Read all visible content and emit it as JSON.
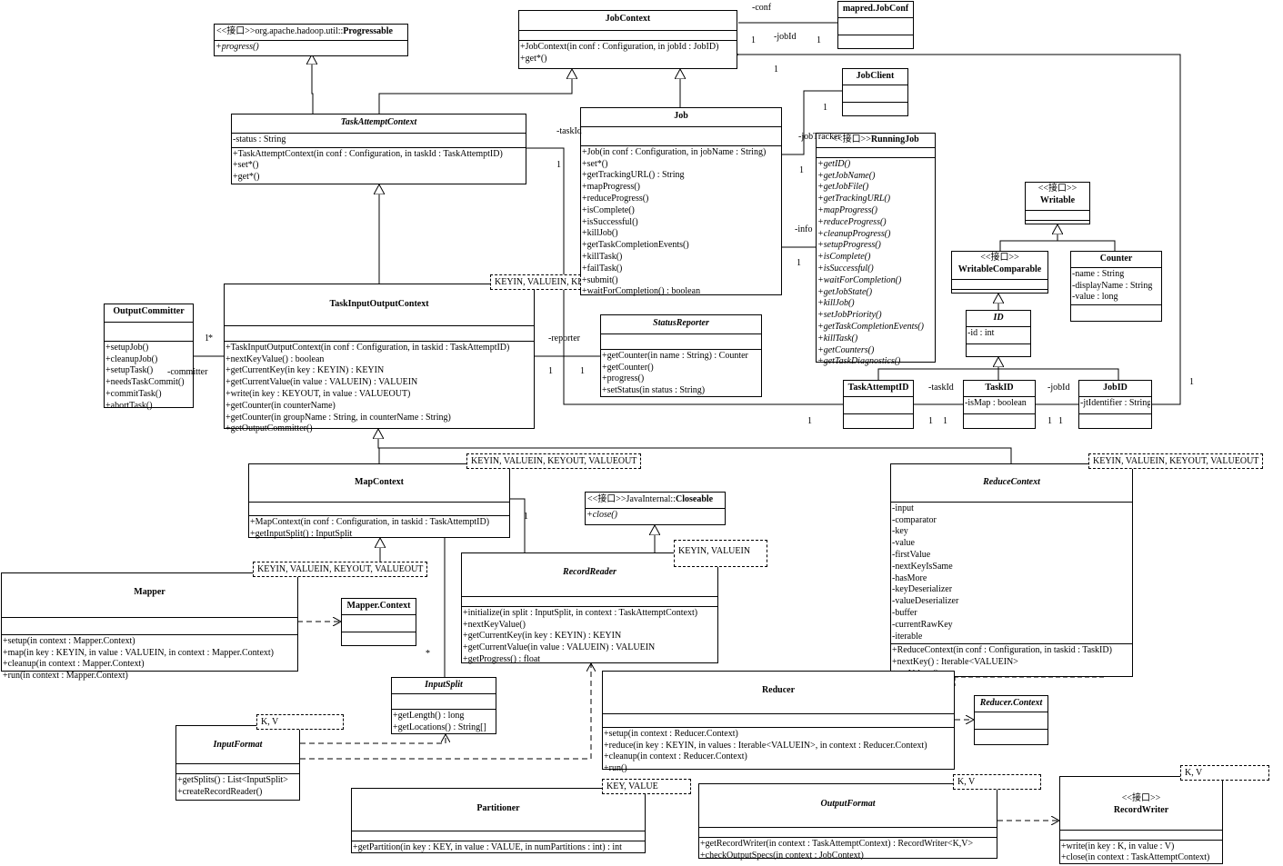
{
  "classes": {
    "progressable": {
      "stereo": "<<接口>>org.apache.hadoop.util::",
      "name": "Progressable",
      "attrs": [],
      "ops": [
        "+progress()"
      ],
      "ops_italic": true
    },
    "job_context": {
      "name": "JobContext",
      "attrs": [],
      "ops": [
        "+JobContext(in conf : Configuration, in jobId : JobID)",
        "+get*()"
      ]
    },
    "mapred_jobconf": {
      "name": "mapred.JobConf",
      "attrs": [],
      "ops": []
    },
    "job_client": {
      "name": "JobClient",
      "attrs": [],
      "ops": []
    },
    "task_attempt_context": {
      "name": "TaskAttemptContext",
      "attrs": [
        "-status : String"
      ],
      "ops": [
        "+TaskAttemptContext(in conf : Configuration, in taskId : TaskAttemptID)",
        "+set*()",
        "+get*()"
      ]
    },
    "job": {
      "name": "Job",
      "attrs": [],
      "ops": [
        "+Job(in conf : Configuration, in jobName : String)",
        "+set*()",
        "+getTrackingURL() : String",
        "+mapProgress()",
        "+reduceProgress()",
        "+isComplete()",
        "+isSuccessful()",
        "+killJob()",
        "+getTaskCompletionEvents()",
        "+killTask()",
        "+failTask()",
        "+submit()",
        "+waitForCompletion() : boolean"
      ]
    },
    "running_job": {
      "stereo": "<<接口>>",
      "name": "RunningJob",
      "attrs": [],
      "ops": [
        "+getID()",
        "+getJobName()",
        "+getJobFile()",
        "+getTrackingURL()",
        "+mapProgress()",
        "+reduceProgress()",
        "+cleanupProgress()",
        "+setupProgress()",
        "+isComplete()",
        "+isSuccessful()",
        "+waitForCompletion()",
        "+getJobState()",
        "+killJob()",
        "+setJobPriority()",
        "+getTaskCompletionEvents()",
        "+killTask()",
        "+getCounters()",
        "+getTaskDiagnostics()"
      ],
      "ops_italic": true
    },
    "writable": {
      "stereo": "<<接口>>",
      "name": "Writable",
      "attrs": [],
      "ops": []
    },
    "writable_comparable": {
      "stereo": "<<接口>>",
      "name": "WritableComparable",
      "attrs": [],
      "ops": []
    },
    "counter": {
      "name": "Counter",
      "attrs": [
        "-name : String",
        "-displayName : String",
        "-value : long"
      ],
      "ops": []
    },
    "id": {
      "name": "ID",
      "attrs": [
        "-id : int"
      ],
      "ops": []
    },
    "output_committer": {
      "name": "OutputCommitter",
      "attrs": [],
      "ops": [
        "+setupJob()",
        "+cleanupJob()",
        "+setupTask()",
        "+needsTaskCommit()",
        "+commitTask()",
        "+abortTask()"
      ]
    },
    "task_input_output_context": {
      "name": "TaskInputOutputContext",
      "attrs": [],
      "ops": [
        "+TaskInputOutputContext(in conf : Configuration, in taskid : TaskAttemptID)",
        "+nextKeyValue() : boolean",
        "+getCurrentKey(in key : KEYIN) : KEYIN",
        "+getCurrentValue(in value : VALUEIN) : VALUEIN",
        "+write(in key : KEYOUT, in value : VALUEOUT)",
        "+getCounter(in counterName)",
        "+getCounter(in groupName : String, in counterName : String)",
        "+getOutputCommitter()"
      ]
    },
    "status_reporter": {
      "name": "StatusReporter",
      "attrs": [],
      "ops": [
        "+getCounter(in name : String) : Counter",
        "+getCounter()",
        "+progress()",
        "+setStatus(in status : String)"
      ]
    },
    "task_attempt_id": {
      "name": "TaskAttemptID",
      "attrs": [],
      "ops": []
    },
    "task_id": {
      "name": "TaskID",
      "attrs": [
        "-isMap : boolean"
      ],
      "ops": []
    },
    "job_id": {
      "name": "JobID",
      "attrs": [
        "-jtIdentifier : String"
      ],
      "ops": []
    },
    "map_context": {
      "name": "MapContext",
      "attrs": [],
      "ops": [
        "+MapContext(in conf : Configuration, in taskid : TaskAttemptID)",
        "+getInputSplit() : InputSplit"
      ]
    },
    "closeable": {
      "stereo": "<<接口>>JavaInternal::",
      "name": "Closeable",
      "attrs": [],
      "ops": [
        "+close()"
      ],
      "ops_italic": true
    },
    "reduce_context": {
      "name": "ReduceContext",
      "attrs": [
        "-input",
        "-comparator",
        "-key",
        "-value",
        "-firstValue",
        "-nextKeyIsSame",
        "-hasMore",
        "-keyDeserializer",
        "-valueDeserializer",
        "-buffer",
        "-currentRawKey",
        "-iterable"
      ],
      "ops": [
        "+ReduceContext(in conf : Configuration, in taskid : TaskID)",
        "+nextKey() : Iterable<VALUEIN>",
        "+getValues()"
      ]
    },
    "mapper": {
      "name": "Mapper",
      "attrs": [],
      "ops": [
        "+setup(in context : Mapper.Context)",
        "+map(in key : KEYIN, in value : VALUEIN, in context : Mapper.Context)",
        "+cleanup(in context : Mapper.Context)",
        "+run(in context : Mapper.Context)"
      ]
    },
    "mapper_context": {
      "name": "Mapper.Context",
      "attrs": [],
      "ops": []
    },
    "record_reader": {
      "name": "RecordReader",
      "attrs": [],
      "ops": [
        "+initialize(in split : InputSplit, in context : TaskAttemptContext)",
        "+nextKeyValue()",
        "+getCurrentKey(in key : KEYIN) : KEYIN",
        "+getCurrentValue(in value : VALUEIN) : VALUEIN",
        "+getProgress() : float"
      ]
    },
    "reducer": {
      "name": "Reducer",
      "attrs": [],
      "ops": [
        "+setup(in context : Reducer.Context)",
        "+reduce(in key : KEYIN, in values : Iterable<VALUEIN>, in context : Reducer.Context)",
        "+cleanup(in context : Reducer.Context)",
        "+run()"
      ]
    },
    "reducer_context": {
      "name": "Reducer.Context",
      "attrs": [],
      "ops": []
    },
    "input_split": {
      "name": "InputSplit",
      "attrs": [],
      "ops": [
        "+getLength() : long",
        "+getLocations() : String[]"
      ]
    },
    "input_format": {
      "name": "InputFormat",
      "attrs": [],
      "ops": [
        "+getSplits() : List<InputSplit>",
        "+createRecordReader()"
      ]
    },
    "partitioner": {
      "name": "Partitioner",
      "attrs": [],
      "ops": [
        "+getPartition(in key : KEY, in value : VALUE, in numPartitions : int) : int"
      ]
    },
    "output_format": {
      "name": "OutputFormat",
      "attrs": [],
      "ops": [
        "+getRecordWriter(in context : TaskAttemptContext) : RecordWriter<K,V>",
        "+checkOutputSpecs(in context : JobContext)"
      ]
    },
    "record_writer": {
      "stereo": "<<接口>>",
      "name": "RecordWriter",
      "attrs": [],
      "ops": [
        "+write(in key : K, in value : V)",
        "+close(in context : TaskAttemptContext)"
      ]
    }
  },
  "template_params": {
    "tioc": "KEYIN, VALUEIN, KEYOUT, VALUEOUT",
    "map_context": "KEYIN, VALUEIN, KEYOUT, VALUEOUT",
    "reduce_context": "KEYIN, VALUEIN, KEYOUT, VALUEOUT",
    "mapper": "KEYIN, VALUEIN, KEYOUT, VALUEOUT",
    "record_reader": "KEYIN, VALUEIN",
    "input_format": "K, V",
    "partitioner": "KEY, VALUE",
    "output_format": "K, V",
    "record_writer": "K, V"
  },
  "labels": {
    "conf": "-conf",
    "jobid": "-jobId",
    "taskid_tac": "-taskId",
    "jobtracker": "-jobTracker",
    "info": "-info",
    "reporter": "-reporter",
    "committer": "-committer",
    "tid_taskid": "-taskId",
    "tid_jobid": "-jobId",
    "m_conf1": "1",
    "m_conf2": "1",
    "m_jobid1": "1",
    "m_jobid2": "1",
    "m_tac1": "1",
    "m_jt1": "1",
    "m_jt2": "1",
    "m_info1": "1",
    "m_info2": "1",
    "m_rep1": "1",
    "m_rep2": "1",
    "m_com1": "1",
    "m_com2": "*",
    "m_tai1": "1",
    "m_tai2": "1",
    "m_tai3": "1",
    "m_tid1": "1",
    "m_tid2": "1",
    "m_jid1": "1",
    "m_mc1": "1",
    "m_is": "*"
  }
}
